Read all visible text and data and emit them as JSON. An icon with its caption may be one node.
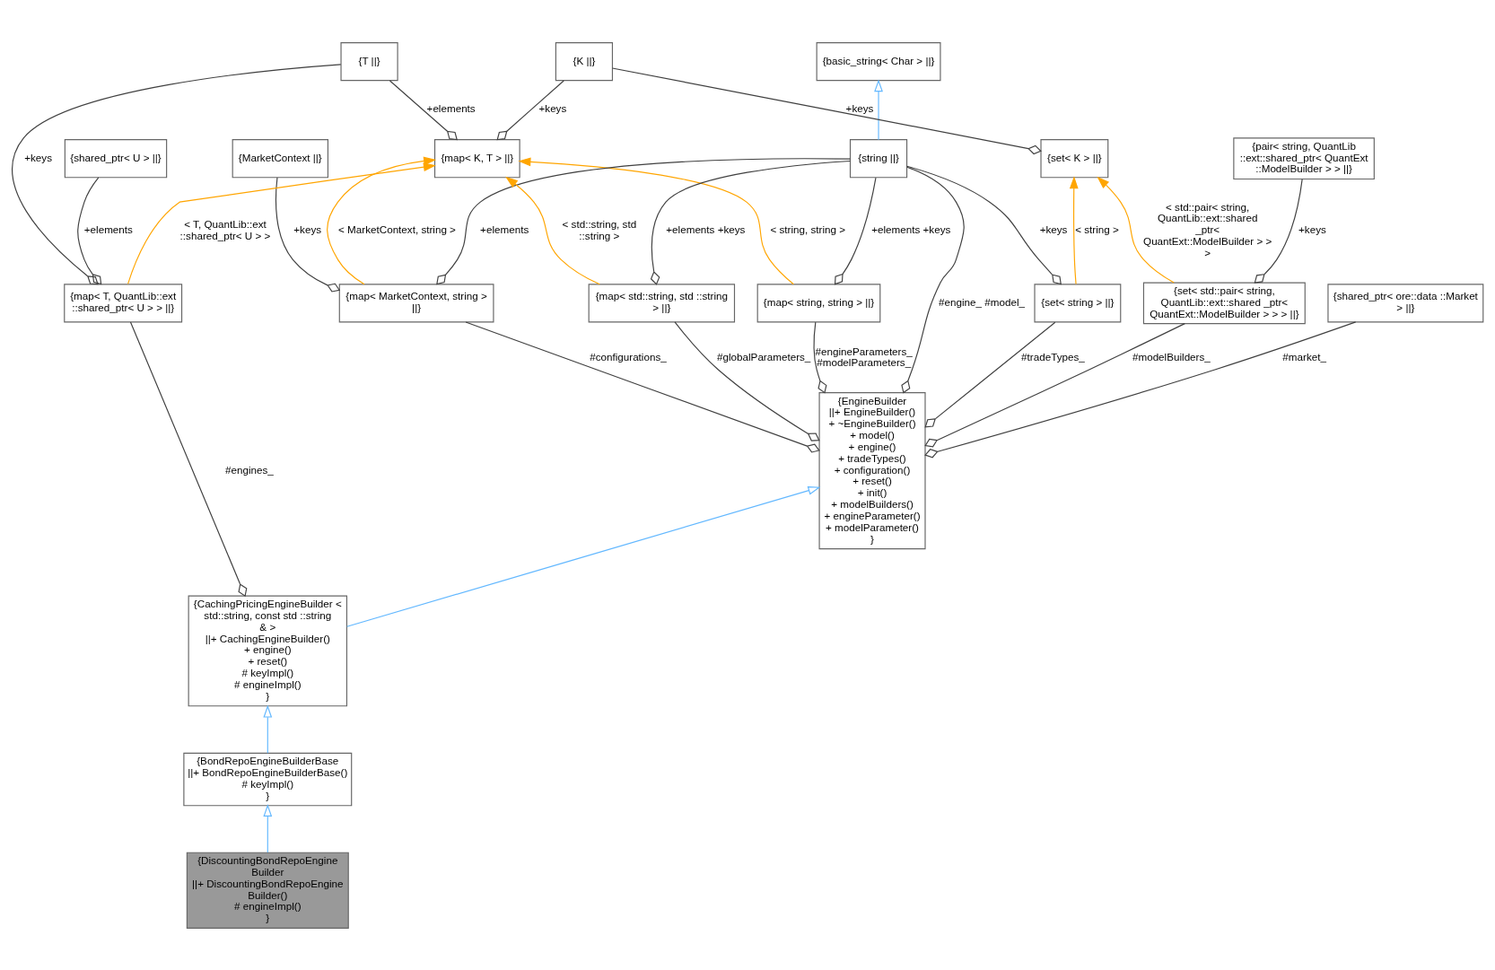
{
  "diagram": {
    "nodes": [
      {
        "text": [
          "{basic_string< Char > ||}"
        ]
      },
      {
        "text": [
          "{K ||}"
        ]
      },
      {
        "text": [
          "{T ||}"
        ]
      },
      {
        "text": [
          "{string ||}"
        ]
      },
      {
        "text": [
          "{MarketContext ||}"
        ]
      },
      {
        "text": [
          "{set< K > ||}"
        ]
      },
      {
        "text": [
          "{map< K, T > ||}"
        ]
      },
      {
        "text": [
          "{pair< string, QuantLib ::ext::shared_ptr< QuantExt ::ModelBuilder > > ||}"
        ]
      },
      {
        "text": [
          "{shared_ptr< U > ||}"
        ]
      },
      {
        "text": [
          "{shared_ptr< ore::data ::Market > ||}"
        ]
      },
      {
        "text": [
          "{set< string > ||}"
        ]
      },
      {
        "text": [
          "{map< string, string > ||}"
        ]
      },
      {
        "text": [
          "{map< MarketContext, string > ||}"
        ]
      },
      {
        "text": [
          "{map< std::string, std ::string > ||}"
        ]
      },
      {
        "text": [
          "{set< std::pair< string, QuantLib::ext::shared _ptr< QuantExt::ModelBuilder > > > ||}"
        ]
      },
      {
        "text": [
          "{map< T, QuantLib::ext ::shared_ptr< U > > ||}"
        ]
      },
      {
        "text": [
          "{EngineBuilder",
          "||+ EngineBuilder()",
          "+ ~EngineBuilder()",
          "+ model()",
          "+ engine()",
          "+ tradeTypes()",
          "+ configuration()",
          "+ reset()",
          "+ init()",
          "+ modelBuilders()",
          "+ engineParameter()",
          "+ modelParameter()",
          "}"
        ]
      },
      {
        "text": [
          "{CachingPricingEngineBuilder < std::string, const std ::string & >",
          "||+ CachingEngineBuilder()",
          "+ engine()",
          "+ reset()",
          "# keyImpl()",
          "# engineImpl()",
          "}"
        ]
      },
      {
        "text": [
          "{BondRepoEngineBuilderBase",
          "||+ BondRepoEngineBuilderBase()",
          "# keyImpl()",
          "}"
        ]
      },
      {
        "text": [
          "{DiscountingBondRepoEngine Builder",
          "||+ DiscountingBondRepoEngine Builder()",
          "# engineImpl()",
          "}"
        ]
      }
    ],
    "edges": [
      {
        "from": 3,
        "to": 0,
        "arrow": "to",
        "color": "#63b8ff"
      },
      {
        "from": 5,
        "to": 1,
        "arrow": "other",
        "label": "+keys"
      },
      {
        "from": 6,
        "to": 1,
        "arrow": "other",
        "label": "+keys"
      },
      {
        "from": 6,
        "to": 2,
        "arrow": "other",
        "label": "+elements"
      },
      {
        "from": 15,
        "to": 2,
        "arrow": "other",
        "label": "+keys"
      },
      {
        "from": 10,
        "to": 3,
        "arrow": "other",
        "label": "+keys"
      },
      {
        "from": 11,
        "to": 3,
        "arrow": "other",
        "label": "+elements +keys"
      },
      {
        "from": 12,
        "to": 3,
        "arrow": "other",
        "label": "+elements"
      },
      {
        "from": 13,
        "to": 3,
        "arrow": "other",
        "label": "+elements +keys"
      },
      {
        "from": 16,
        "to": 3,
        "arrow": "other",
        "label": "#engine_ #model_"
      },
      {
        "from": 12,
        "to": 4,
        "arrow": "other",
        "label": "+keys"
      },
      {
        "from": 10,
        "to": 5,
        "arrow": "to",
        "label": "< string >",
        "color": "#ffa500"
      },
      {
        "from": 14,
        "to": 5,
        "arrow": "to",
        "label": "< std::pair< string, QuantLib::ext::shared _ptr< QuantExt::ModelBuilder > > >",
        "color": "#ffa500"
      },
      {
        "from": 11,
        "to": 6,
        "arrow": "to",
        "label": "< string, string >",
        "color": "#ffa500"
      },
      {
        "from": 12,
        "to": 6,
        "arrow": "to",
        "label": "< MarketContext, string >",
        "color": "#ffa500"
      },
      {
        "from": 13,
        "to": 6,
        "arrow": "to",
        "label": "< std::string, std ::string >",
        "color": "#ffa500"
      },
      {
        "from": 15,
        "to": 6,
        "arrow": "to",
        "label": "< T, QuantLib::ext ::shared_ptr< U > >",
        "color": "#ffa500"
      },
      {
        "from": 14,
        "to": 7,
        "arrow": "other",
        "label": "+keys"
      },
      {
        "from": 15,
        "to": 8,
        "arrow": "other",
        "label": "+elements"
      },
      {
        "from": 16,
        "to": 9,
        "arrow": "other",
        "label": "#market_"
      },
      {
        "from": 16,
        "to": 10,
        "arrow": "other",
        "label": "#tradeTypes_"
      },
      {
        "from": 16,
        "to": 11,
        "arrow": "other",
        "label": "#engineParameters_ #modelParameters_"
      },
      {
        "from": 16,
        "to": 12,
        "arrow": "other",
        "label": "#configurations_"
      },
      {
        "from": 16,
        "to": 13,
        "arrow": "other",
        "label": "#globalParameters_"
      },
      {
        "from": 16,
        "to": 14,
        "arrow": "other",
        "label": "#modelBuilders_"
      },
      {
        "from": 17,
        "to": 15,
        "arrow": "other",
        "label": "#engines_"
      },
      {
        "from": 17,
        "to": 16,
        "arrow": "to",
        "color": "#63b8ff"
      },
      {
        "from": 18,
        "to": 17,
        "arrow": "to",
        "color": "#63b8ff"
      },
      {
        "from": 19,
        "to": 18,
        "arrow": "to",
        "color": "#63b8ff"
      }
    ]
  }
}
